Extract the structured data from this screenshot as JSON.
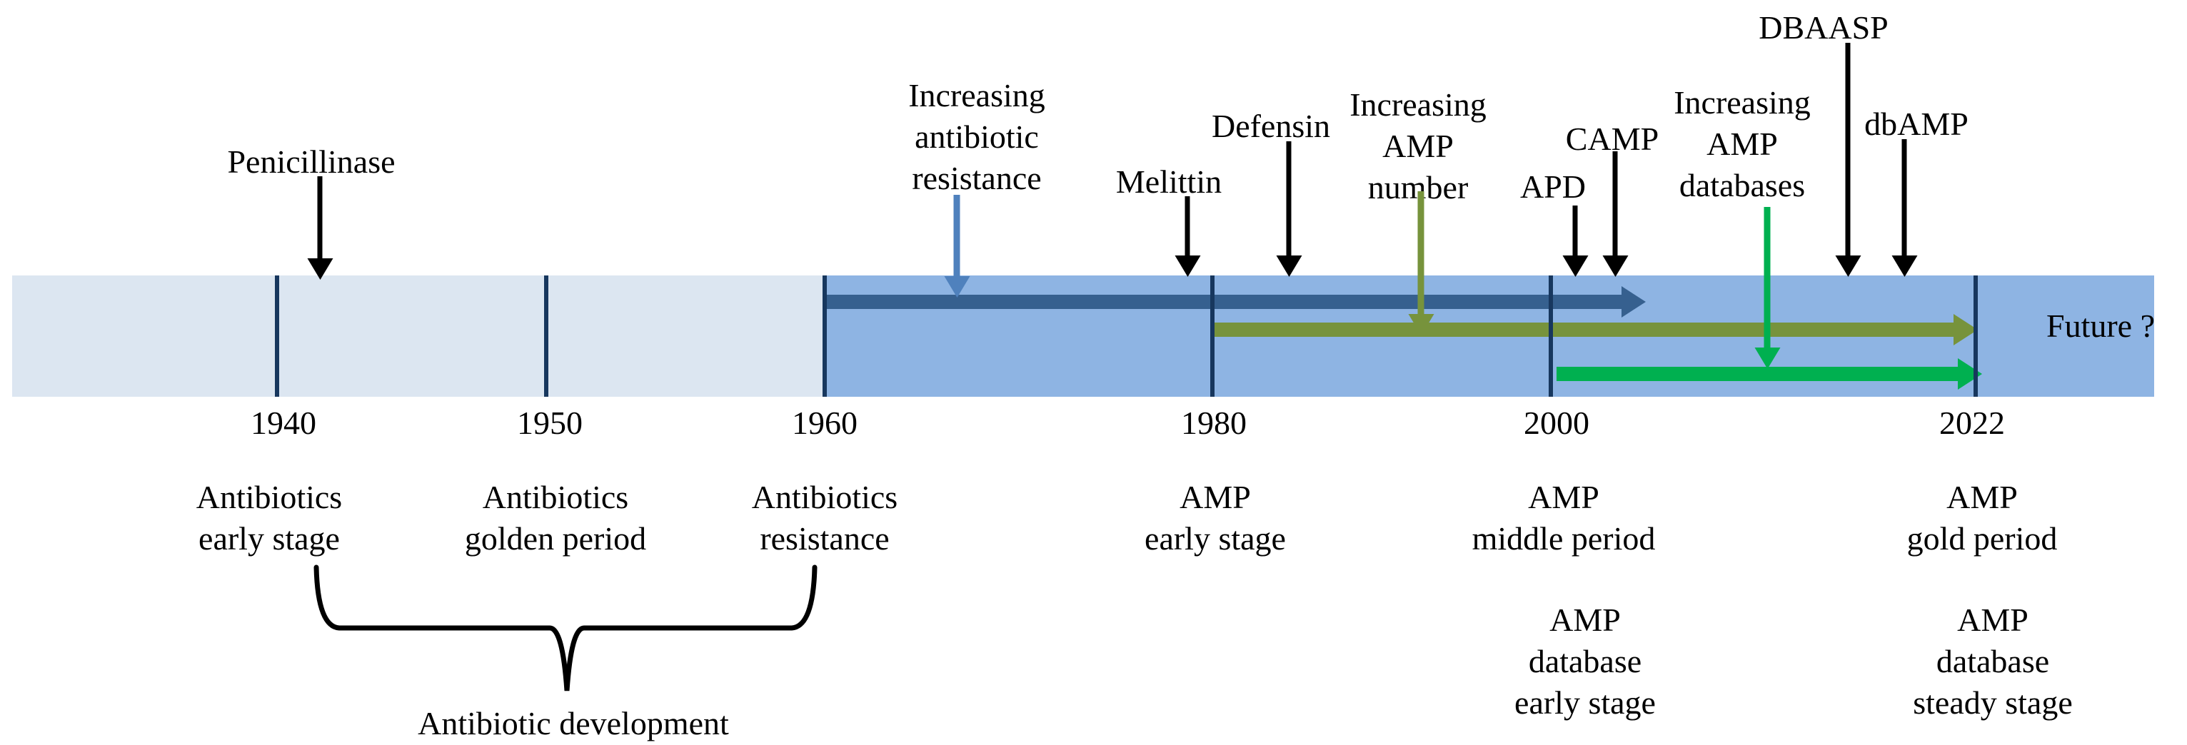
{
  "colors": {
    "band_early": "#dce6f1",
    "band_later": "#8eb4e3",
    "tick": "#17375e",
    "event_arrow": "#000000",
    "trend_antibiotic_resistance_bar": "#36608f",
    "trend_antibiotic_resistance_pointer": "#4f81bd",
    "trend_amp_number": "#77933c",
    "trend_amp_databases": "#00b050",
    "text": "#000000"
  },
  "timeline": {
    "years": [
      "1940",
      "1950",
      "1960",
      "1980",
      "2000",
      "2022"
    ],
    "future_label": "Future ?"
  },
  "periods": [
    {
      "lines": [
        "Antibiotics",
        "early stage"
      ]
    },
    {
      "lines": [
        "Antibiotics",
        "golden period"
      ]
    },
    {
      "lines": [
        "Antibiotics",
        "resistance"
      ]
    },
    {
      "lines": [
        "AMP",
        "early stage"
      ]
    },
    {
      "lines": [
        "AMP",
        "middle period"
      ]
    },
    {
      "lines": [
        "AMP",
        "gold period"
      ]
    }
  ],
  "db_periods": [
    {
      "lines": [
        "AMP",
        "database",
        "early stage"
      ]
    },
    {
      "lines": [
        "AMP",
        "database",
        "steady stage"
      ]
    }
  ],
  "events": [
    {
      "label": "Penicillinase"
    },
    {
      "label": "Melittin"
    },
    {
      "label": "Defensin"
    },
    {
      "label": "APD"
    },
    {
      "label": "CAMP"
    },
    {
      "label": "DBAASP"
    },
    {
      "label": "dbAMP"
    }
  ],
  "trends": [
    {
      "lines": [
        "Increasing",
        "antibiotic",
        "resistance"
      ]
    },
    {
      "lines": [
        "Increasing",
        "AMP",
        "number"
      ]
    },
    {
      "lines": [
        "Increasing",
        "AMP",
        "databases"
      ]
    }
  ],
  "brace_label": "Antibiotic development"
}
